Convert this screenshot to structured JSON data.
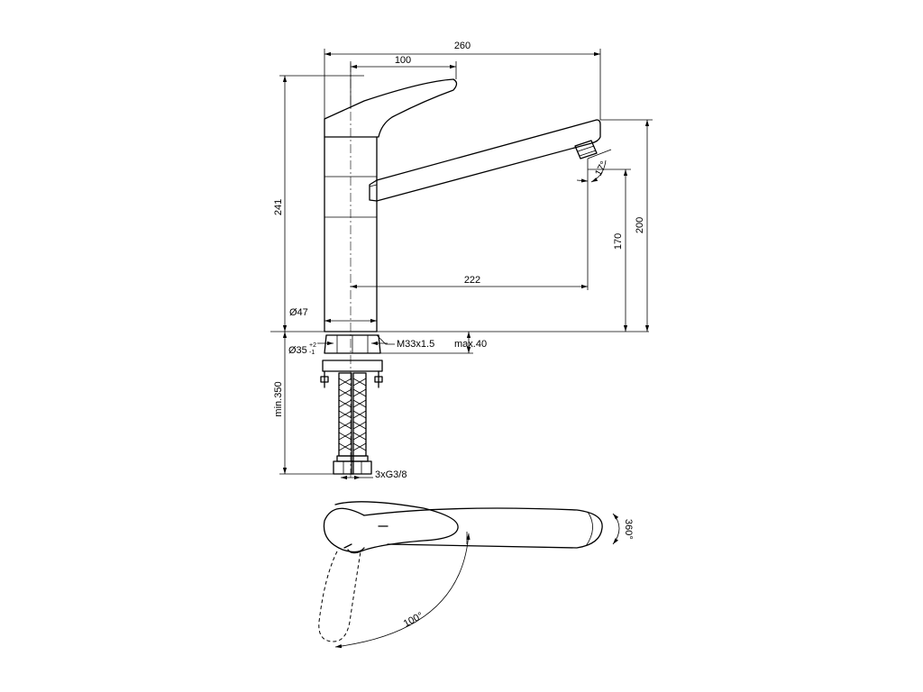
{
  "dimensions": {
    "overall_width": "260",
    "lever_offset": "100",
    "total_height": "241",
    "spout_height": "200",
    "outlet_clearance": "170",
    "spout_projection": "222",
    "base_diameter": "Ø47",
    "hole_diameter": "Ø35",
    "hole_tolerance_upper": "+2",
    "hole_tolerance_lower": "-1",
    "thread": "M33x1.5",
    "max_deck_thickness": "max.40",
    "min_hose_length": "min.350",
    "hose_connections": "3xG3/8"
  },
  "angles": {
    "outlet_tilt": "17°",
    "lever_rotation": "100°",
    "spout_rotation": "360°"
  }
}
